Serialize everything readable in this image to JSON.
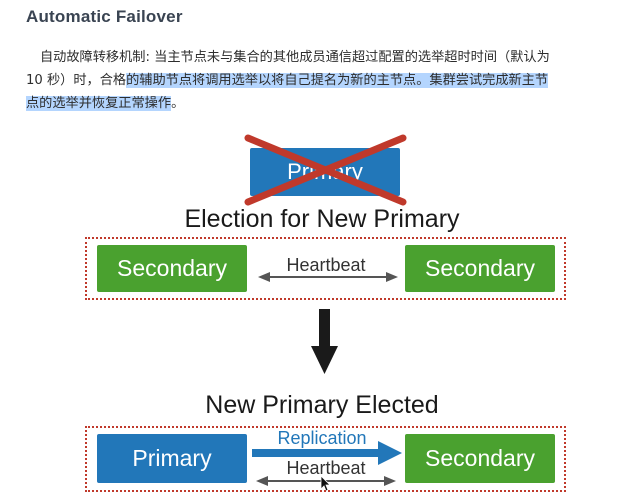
{
  "heading": "Automatic Failover",
  "paragraph": {
    "line1": "自动故障转移机制: 当主节点未与集合的其他成员通信超过配置的选举超时时间（默认为",
    "line2_plain": "10 秒）时，合格",
    "line2_selected": "的辅助节点将调用选举以将自己提名为新的主节点。集群尝试完成新主节",
    "line3_selected": "点的选举并恢复正常操作",
    "line3_end": "。"
  },
  "diagram": {
    "old_primary": "Primary",
    "election_title": "Election for New Primary",
    "secondary_left": "Secondary",
    "secondary_right": "Secondary",
    "heartbeat_top": "Heartbeat",
    "elected_title": "New Primary Elected",
    "new_primary": "Primary",
    "replication": "Replication",
    "heartbeat_bottom": "Heartbeat",
    "secondary_bottom": "Secondary"
  },
  "colors": {
    "green": "#4aa12f",
    "blue": "#2277b9",
    "cross": "#c0392b",
    "selection": "#b4d5fe",
    "dashed_border": "#c0392b"
  }
}
